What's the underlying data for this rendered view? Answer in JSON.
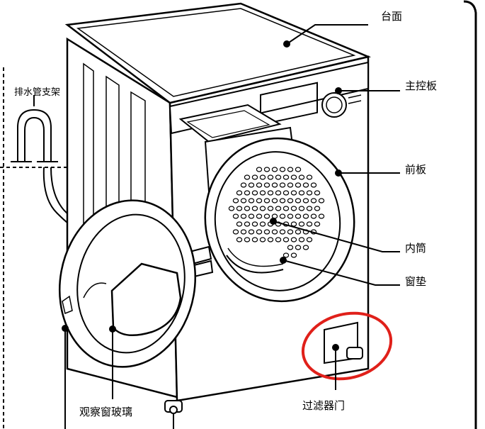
{
  "labels": {
    "worktop": "台面",
    "control_panel": "主控板",
    "front_panel": "前板",
    "inner_drum": "内筒",
    "door_seal": "窗垫",
    "filter_door": "过滤器门",
    "viewing_glass": "观察窗玻璃",
    "drain_hose_bracket": "排水管支架"
  },
  "colors": {
    "line": "#000000",
    "highlight_circle": "#e0201a",
    "machine_fill": "#ffffff"
  }
}
